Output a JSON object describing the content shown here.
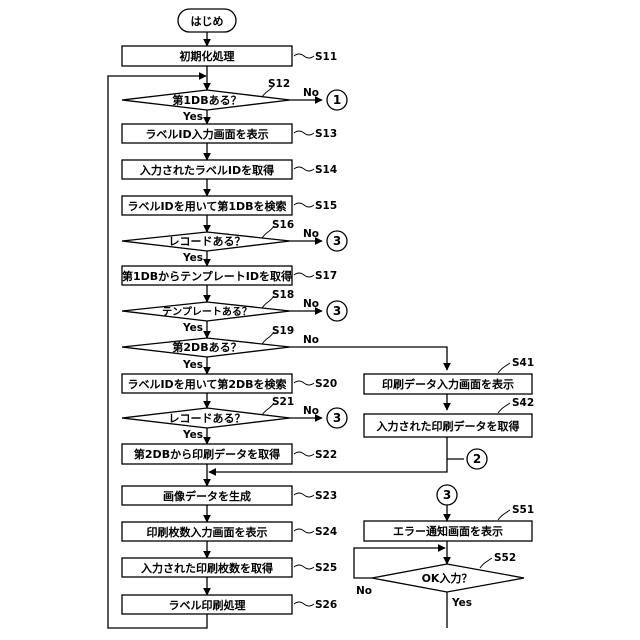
{
  "start": "はじめ",
  "steps": {
    "S11": "初期化処理",
    "S12": "第1DBある？",
    "S13": "ラベルID入力画面を表示",
    "S14": "入力されたラベルIDを取得",
    "S15": "ラベルIDを用いて第1DBを検索",
    "S16": "レコードある？",
    "S17": "第1DBからテンプレートIDを取得",
    "S18": "テンプレートある？",
    "S19": "第2DBある？",
    "S20": "ラベルIDを用いて第2DBを検索",
    "S21": "レコードある？",
    "S22": "第2DBから印刷データを取得",
    "S23": "画像データを生成",
    "S24": "印刷枚数入力画面を表示",
    "S25": "入力された印刷枚数を取得",
    "S26": "ラベル印刷処理",
    "S41": "印刷データ入力画面を表示",
    "S42": "入力された印刷データを取得",
    "S51": "エラー通知画面を表示",
    "S52": "OK入力？"
  },
  "step_ids": {
    "S11": "S11",
    "S12": "S12",
    "S13": "S13",
    "S14": "S14",
    "S15": "S15",
    "S16": "S16",
    "S17": "S17",
    "S18": "S18",
    "S19": "S19",
    "S20": "S20",
    "S21": "S21",
    "S22": "S22",
    "S23": "S23",
    "S24": "S24",
    "S25": "S25",
    "S26": "S26",
    "S41": "S41",
    "S42": "S42",
    "S51": "S51",
    "S52": "S52"
  },
  "branch_labels": {
    "yes": "Yes",
    "no": "No"
  },
  "connectors": {
    "c1": "1",
    "c2": "2",
    "c3": "3"
  }
}
